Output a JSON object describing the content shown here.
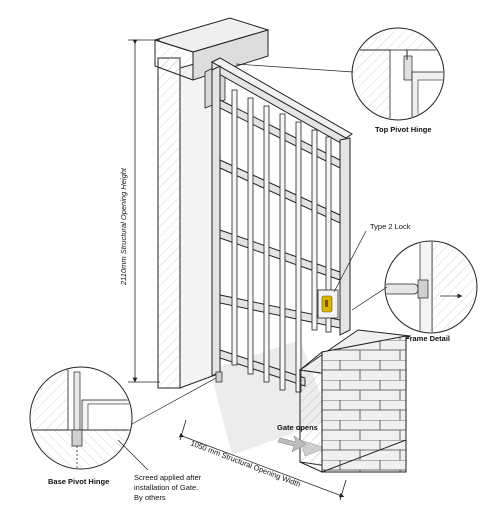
{
  "labels": {
    "top_pivot_hinge": "Top Pivot Hinge",
    "type2_lock": "Type 2 Lock",
    "frame_detail": "Frame Detail",
    "base_pivot_hinge": "Base Pivot Hinge",
    "gate_opens": "Gate opens",
    "screed_line1": "Screed applied after",
    "screed_line2": "installation of Gate.",
    "screed_line3": "By others"
  },
  "dimensions": {
    "height": "2110mm Structural Opening Height",
    "width": "1050 mm Structural Opening Width"
  },
  "colors": {
    "line": "#222222",
    "steel_light": "#e8e8e8",
    "steel_mid": "#cfcfcf",
    "wall_face": "#f2f2f2",
    "floor_shadow": "#e6e6e6",
    "lock_yellow": "#d9b400"
  }
}
